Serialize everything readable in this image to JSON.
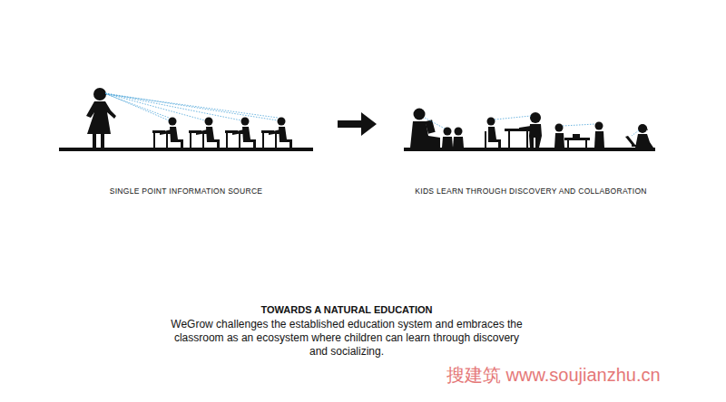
{
  "diagram": {
    "title": "TOWARDS A NATURAL EDUCATION",
    "caption": "WeGrow challenges the established education system and embraces the classroom as an ecosystem where children can learn through discovery and socializing.",
    "labels": [
      "SINGLE POINT INFORMATION SOURCE",
      "KIDS LEARN THROUGH DISCOVERY AND COLLABORATION",
      "搜建筑 www.soujianzhu.cn"
    ]
  }
}
